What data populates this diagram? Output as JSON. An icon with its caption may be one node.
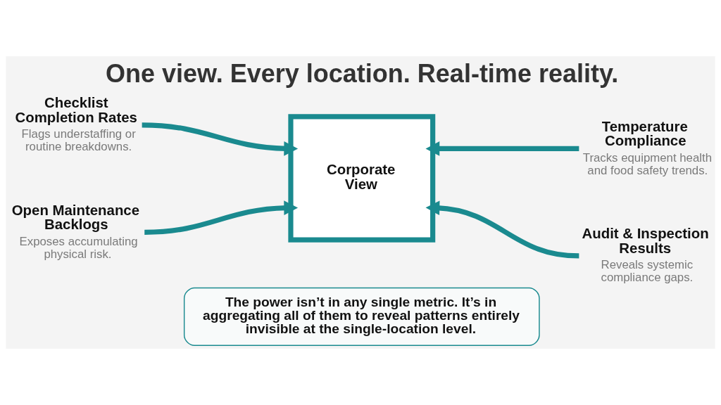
{
  "diagram": {
    "title": "One view. Every location. Real-time reality.",
    "nodes": [
      {
        "text": [
          "Checklist Completion Rates",
          "Flags understaffing or routine breakdowns."
        ]
      },
      {
        "text": [
          "Temperature Compliance",
          "Tracks equipment health and food safety trends."
        ]
      },
      {
        "text": [
          "Corporate View"
        ]
      },
      {
        "text": [
          "Open Maintenance Backlogs",
          "Exposes accumulating physical risk."
        ]
      },
      {
        "text": [
          "Audit & Inspection Results",
          "Reveals systemic compliance gaps."
        ]
      },
      {
        "text": [
          "The power isn’t in any single metric. It’s in aggregating all of them to reveal patterns entirely invisible at the single-location level."
        ]
      }
    ],
    "edges": [
      {
        "from": 0,
        "to": 2,
        "arrow": "to"
      },
      {
        "from": 3,
        "to": 2,
        "arrow": "to"
      },
      {
        "from": 1,
        "to": 2,
        "arrow": "to"
      },
      {
        "from": 4,
        "to": 2,
        "arrow": "to"
      }
    ]
  }
}
